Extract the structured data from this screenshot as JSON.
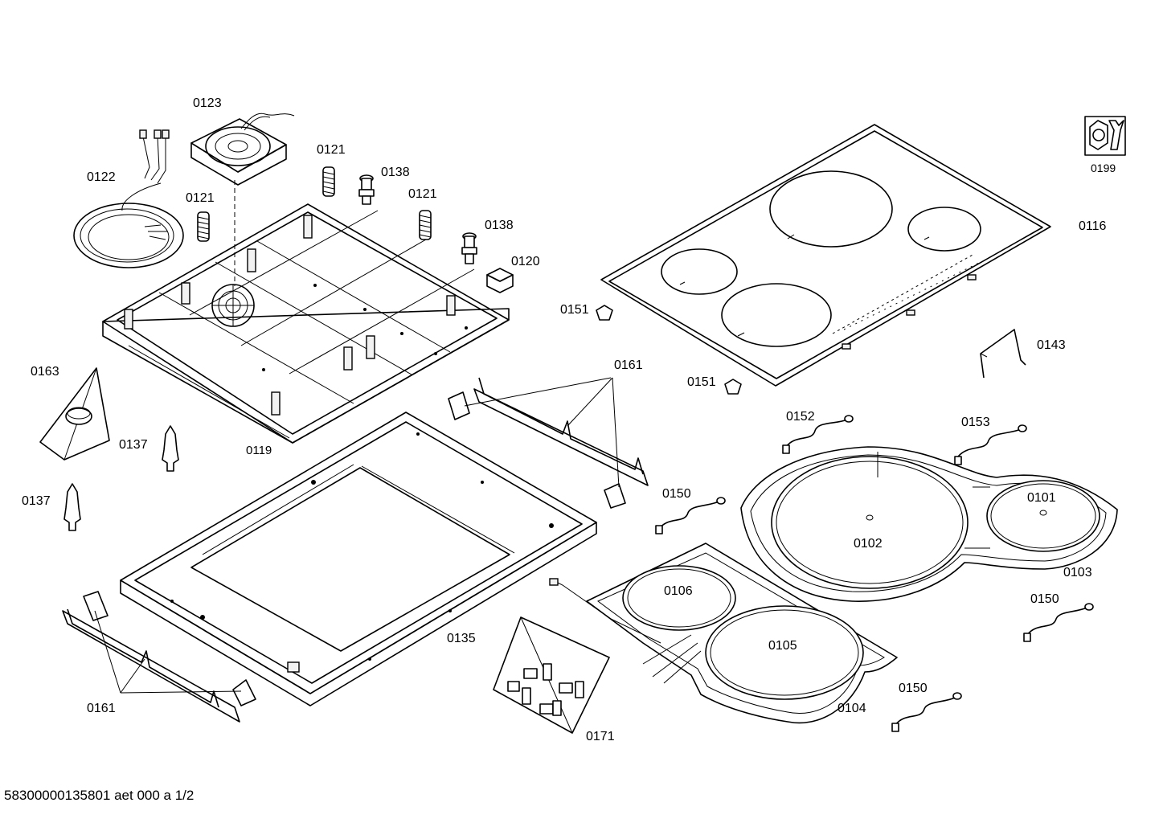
{
  "labels": {
    "l0123": "0123",
    "l0122": "0122",
    "l0121a": "0121",
    "l0121b": "0121",
    "l0121c": "0121",
    "l0138a": "0138",
    "l0138b": "0138",
    "l0120": "0120",
    "l0116": "0116",
    "l0199": "0199",
    "l0151a": "0151",
    "l0151b": "0151",
    "l0143": "0143",
    "l0161a": "0161",
    "l0161b": "0161",
    "l0163": "0163",
    "l0137a": "0137",
    "l0137b": "0137",
    "l0119": "0119",
    "l0152": "0152",
    "l0153": "0153",
    "l0150a": "0150",
    "l0150b": "0150",
    "l0150c": "0150",
    "l0101": "0101",
    "l0102": "0102",
    "l0103": "0103",
    "l0106": "0106",
    "l0105": "0105",
    "l0104": "0104",
    "l0135": "0135",
    "l0171": "0171"
  },
  "footer": "58300000135801 aet 000 a 1/2",
  "icons": {
    "tool": "nut-and-wrench-icon"
  }
}
